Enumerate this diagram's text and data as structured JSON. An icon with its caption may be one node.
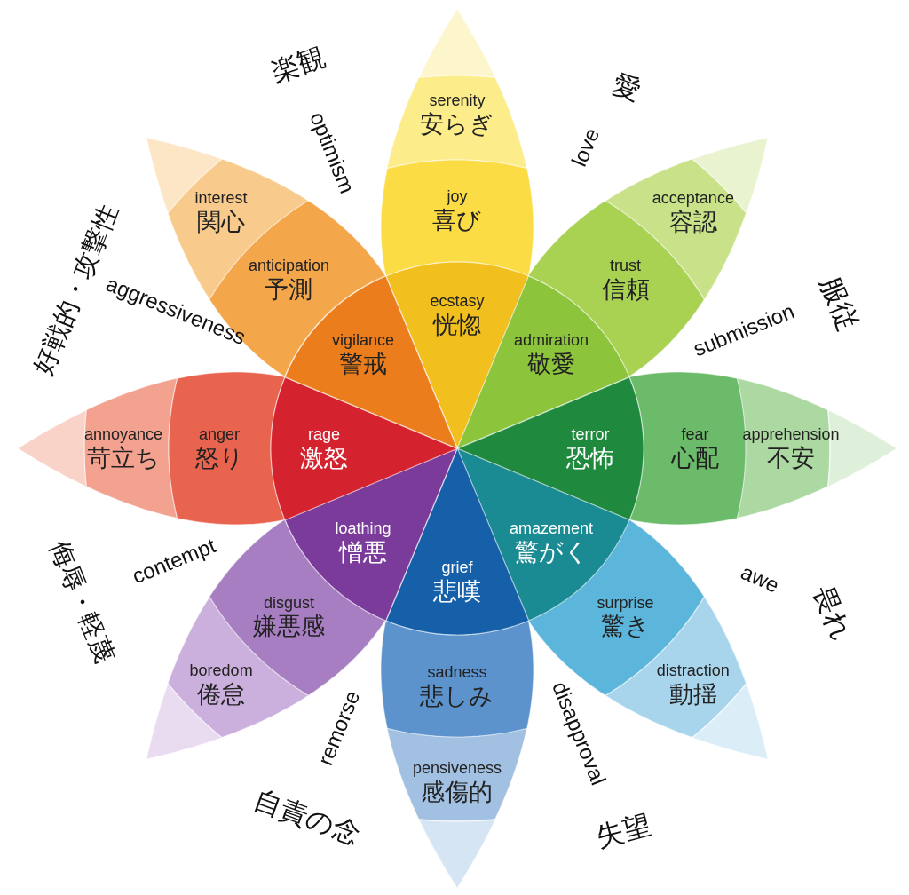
{
  "diagram": {
    "nodes": [
      {
        "text": [
          "serenity",
          "安らぎ"
        ]
      },
      {
        "text": [
          "joy",
          "喜び"
        ]
      },
      {
        "text": [
          "ecstasy",
          "恍惚"
        ]
      },
      {
        "text": [
          "acceptance",
          "容認"
        ]
      },
      {
        "text": [
          "trust",
          "信頼"
        ]
      },
      {
        "text": [
          "admiration",
          "敬愛"
        ]
      },
      {
        "text": [
          "apprehension",
          "不安"
        ]
      },
      {
        "text": [
          "fear",
          "心配"
        ]
      },
      {
        "text": [
          "terror",
          "恐怖"
        ]
      },
      {
        "text": [
          "distraction",
          "動揺"
        ]
      },
      {
        "text": [
          "surprise",
          "驚き"
        ]
      },
      {
        "text": [
          "amazement",
          "驚がく"
        ]
      },
      {
        "text": [
          "pensiveness",
          "感傷的"
        ]
      },
      {
        "text": [
          "sadness",
          "悲しみ"
        ]
      },
      {
        "text": [
          "grief",
          "悲嘆"
        ]
      },
      {
        "text": [
          "boredom",
          "倦怠"
        ]
      },
      {
        "text": [
          "disgust",
          "嫌悪感"
        ]
      },
      {
        "text": [
          "loathing",
          "憎悪"
        ]
      },
      {
        "text": [
          "annoyance",
          "苛立ち"
        ]
      },
      {
        "text": [
          "anger",
          "怒り"
        ]
      },
      {
        "text": [
          "rage",
          "激怒"
        ]
      },
      {
        "text": [
          "interest",
          "関心"
        ]
      },
      {
        "text": [
          "anticipation",
          "予測"
        ]
      },
      {
        "text": [
          "vigilance",
          "警戒"
        ]
      },
      {
        "text": [],
        "shape": "petal"
      },
      {
        "text": [],
        "shape": "petal"
      },
      {
        "text": [],
        "shape": "petal"
      },
      {
        "text": [],
        "shape": "petal"
      },
      {
        "text": [],
        "shape": "petal"
      },
      {
        "text": [],
        "shape": "petal"
      },
      {
        "text": [],
        "shape": "petal"
      },
      {
        "text": [],
        "shape": "petal"
      }
    ],
    "labels": [
      "楽観",
      "愛",
      "optimism",
      "love",
      "好戦的・攻撃性",
      "aggressiveness",
      "服従",
      "submission",
      "contempt",
      "侮辱・軽蔑",
      "awe",
      "畏れ",
      "remorse",
      "disapproval",
      "自責の念",
      "失望"
    ]
  }
}
